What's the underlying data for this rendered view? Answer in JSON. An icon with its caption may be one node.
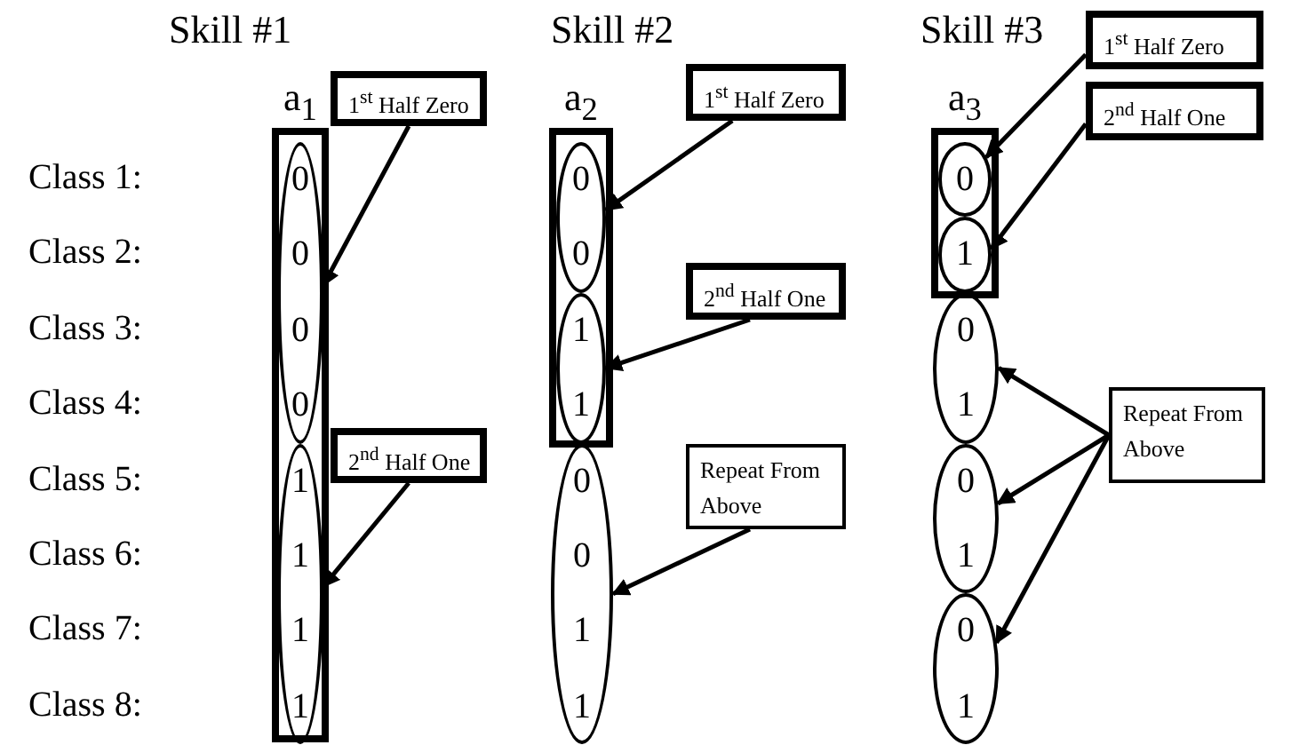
{
  "diagram": {
    "nodes": [
      {
        "text": [
          "a$_{1}$"
        ]
      },
      {
        "text": [
          "0 0 0 0"
        ],
        "in": 0
      },
      {
        "text": [
          "1 1 1 1"
        ],
        "in": 0
      },
      {
        "text": [
          "1$^{st}$ Half Zero"
        ]
      },
      {
        "text": [
          "2$^{nd}$ Half One"
        ]
      },
      {
        "text": [
          "a$_{2}$"
        ]
      },
      {
        "text": [
          "0 0"
        ],
        "in": 5
      },
      {
        "text": [
          "1 1"
        ],
        "in": 5
      },
      {
        "text": [
          "0 0 1 1"
        ]
      },
      {
        "text": [
          "1$^{st}$ Half Zero"
        ]
      },
      {
        "text": [
          "2$^{nd}$ Half One"
        ]
      },
      {
        "text": [
          "Repeat From Above"
        ]
      },
      {
        "text": [
          "a$_{3}$"
        ]
      },
      {
        "text": [
          "0"
        ],
        "in": 12
      },
      {
        "text": [
          "1"
        ],
        "in": 12
      },
      {
        "text": [
          "0 1"
        ]
      },
      {
        "text": [
          "0 1"
        ]
      },
      {
        "text": [
          "0 1"
        ]
      },
      {
        "text": [
          "1$^{st}$ Half Zero"
        ]
      },
      {
        "text": [
          "2$^{nd}$ Half One"
        ]
      },
      {
        "text": [
          "Repeat From Above"
        ]
      }
    ],
    "edges": [
      {
        "from": 3,
        "to": 1,
        "arrow": "to"
      },
      {
        "from": 4,
        "to": 2,
        "arrow": "to"
      },
      {
        "from": 9,
        "to": 6,
        "arrow": "to"
      },
      {
        "from": 10,
        "to": 7,
        "arrow": "to"
      },
      {
        "from": 11,
        "to": 8,
        "arrow": "to"
      },
      {
        "from": 18,
        "to": 13,
        "arrow": "to"
      },
      {
        "from": 19,
        "to": 14,
        "arrow": "to"
      },
      {
        "from": 20,
        "to": 15,
        "arrow": "to"
      },
      {
        "from": 20,
        "to": 16,
        "arrow": "to"
      },
      {
        "from": 20,
        "to": 17,
        "arrow": "to"
      }
    ],
    "labels": [
      "Skill #1",
      "Skill #2",
      "Skill #3",
      "Class 1:",
      "Class 2:",
      "Class 3:",
      "Class 4:",
      "Class 5:",
      "Class 6:",
      "Class 7:",
      "Class 8:"
    ]
  }
}
